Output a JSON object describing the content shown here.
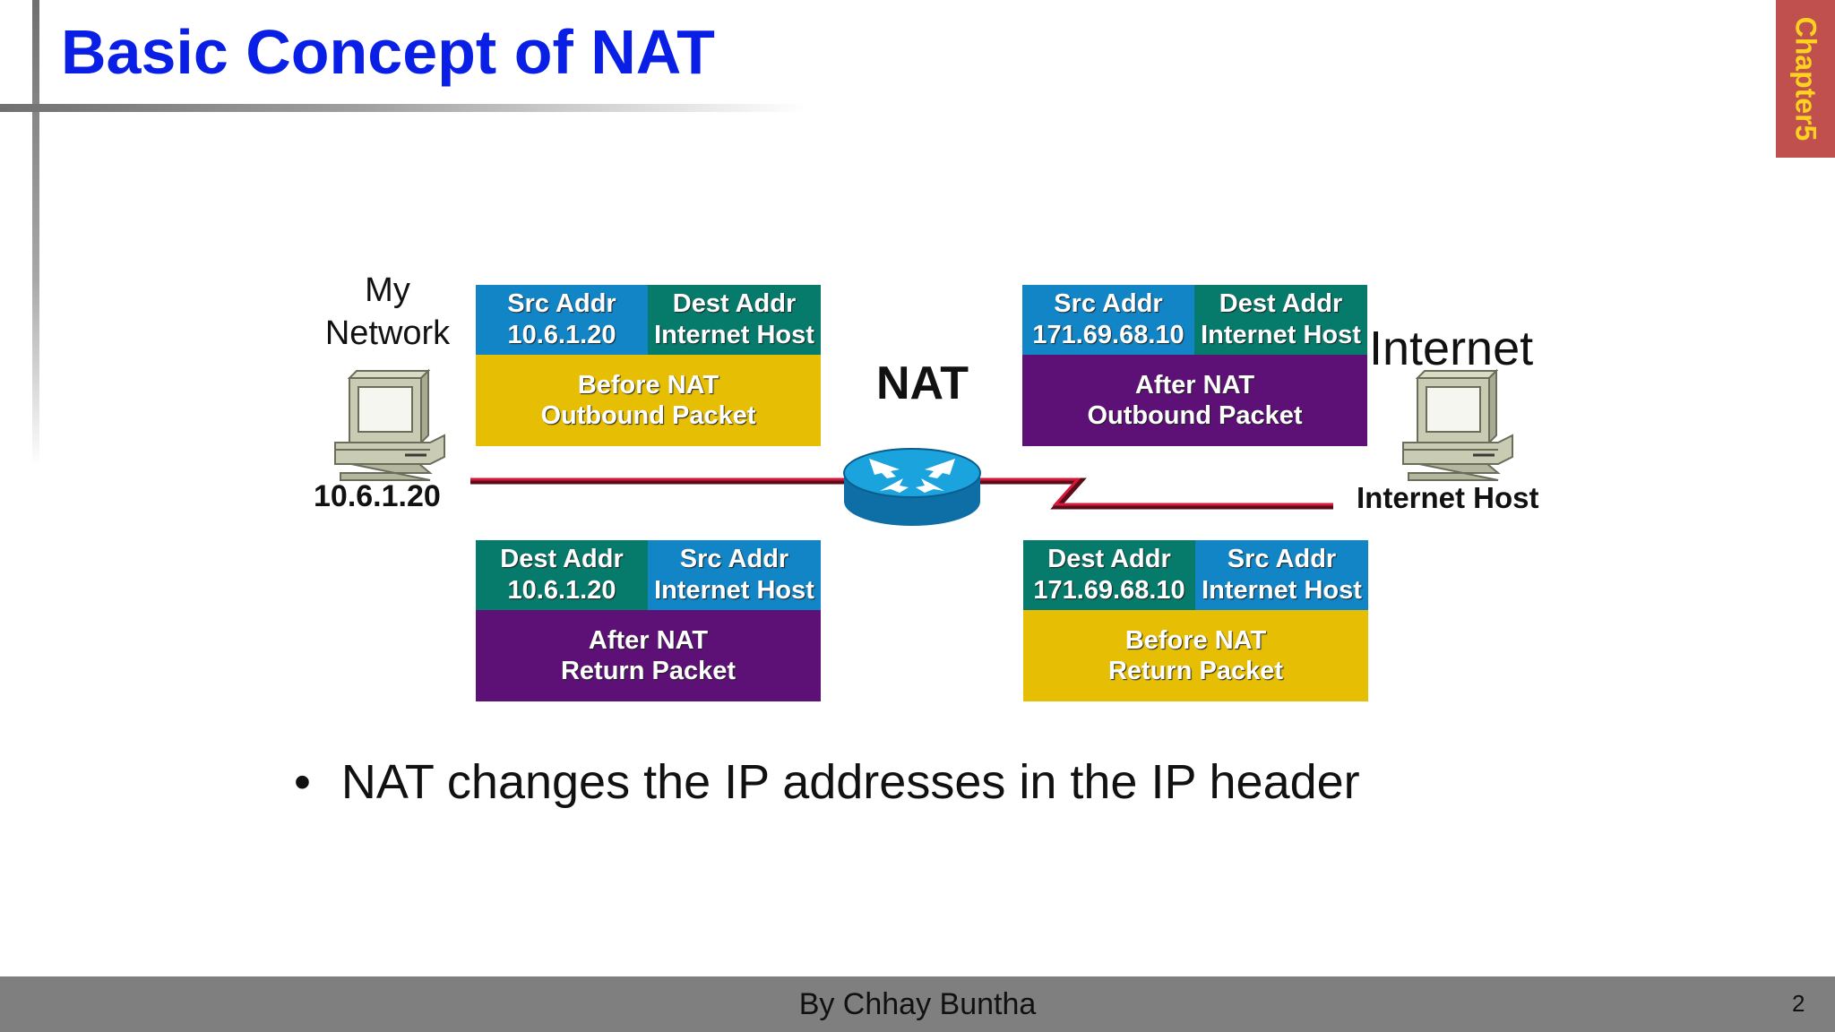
{
  "slide": {
    "title": "Basic Concept of NAT",
    "chapter_tab": "Chapter5"
  },
  "diagram": {
    "left_network_label": [
      "My",
      "Network"
    ],
    "left_host_ip": "10.6.1.20",
    "nat_label": "NAT",
    "internet_label": "Internet",
    "right_host_label": "Internet Host",
    "packets": {
      "before_nat_outbound": {
        "cell1": [
          "Src Addr",
          "10.6.1.20"
        ],
        "cell2": [
          "Dest Addr",
          "Internet Host"
        ],
        "body": [
          "Before NAT",
          "Outbound Packet"
        ]
      },
      "after_nat_outbound": {
        "cell1": [
          "Src Addr",
          "171.69.68.10"
        ],
        "cell2": [
          "Dest Addr",
          "Internet Host"
        ],
        "body": [
          "After NAT",
          "Outbound Packet"
        ]
      },
      "after_nat_return": {
        "cell1": [
          "Dest Addr",
          "10.6.1.20"
        ],
        "cell2": [
          "Src Addr",
          "Internet Host"
        ],
        "body": [
          "After NAT",
          "Return Packet"
        ]
      },
      "before_nat_return": {
        "cell1": [
          "Dest Addr",
          "171.69.68.10"
        ],
        "cell2": [
          "Src Addr",
          "Internet Host"
        ],
        "body": [
          "Before NAT",
          "Return Packet"
        ]
      }
    },
    "colors": {
      "src_cell": "#1185c6",
      "dest_cell": "#067a6b",
      "before_nat": "#e6be04",
      "after_nat": "#5d1177",
      "link": "#c8102e",
      "router": "#1aa3dd"
    }
  },
  "bullets": [
    "NAT changes the IP addresses in the IP header"
  ],
  "footer": {
    "author": "By Chhay Buntha",
    "page_number": "2"
  }
}
